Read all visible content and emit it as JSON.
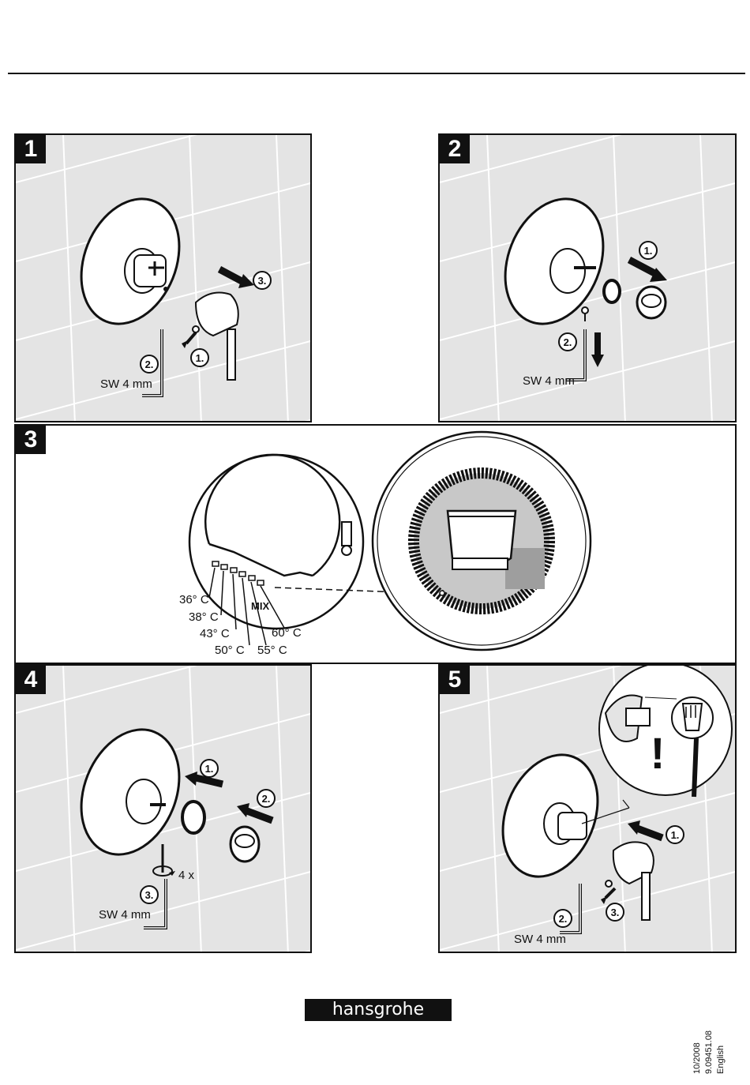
{
  "steps": [
    {
      "number": "1",
      "tool": "SW 4 mm",
      "callouts": [
        "1.",
        "2.",
        "3."
      ]
    },
    {
      "number": "2",
      "tool": "SW 4 mm",
      "callouts": [
        "1.",
        "2."
      ]
    },
    {
      "number": "3",
      "temperatures": [
        "36° C",
        "38° C",
        "43° C",
        "50° C",
        "55° C",
        "60° C"
      ],
      "mix_label": "MIX"
    },
    {
      "number": "4",
      "tool": "SW 4 mm",
      "callouts": [
        "1.",
        "2.",
        "3."
      ],
      "repeat": "4 x"
    },
    {
      "number": "5",
      "tool": "SW 4 mm",
      "callouts": [
        "1.",
        "2.",
        "3."
      ],
      "warning": "!"
    }
  ],
  "brand": "hansgrohe",
  "footer": {
    "date": "10/2008",
    "doc_number": "9.09451.08",
    "language": "English"
  },
  "colors": {
    "panel_bg": "#e4e4e4",
    "ink": "#111111",
    "tile_line": "#ffffff"
  }
}
